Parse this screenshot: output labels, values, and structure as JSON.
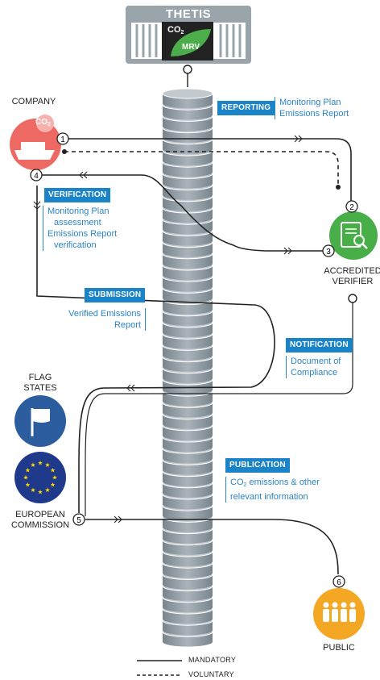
{
  "thetis": {
    "title": "THETIS",
    "badge_main": "CO",
    "badge_sub": "2",
    "badge_mrv": "MRV"
  },
  "actors": {
    "company": {
      "label": "COMPANY",
      "icon_text": "CO",
      "icon_sub": "2",
      "color": "#ec6a63"
    },
    "verifier": {
      "line1": "ACCREDITED",
      "line2": "VERIFIER",
      "color": "#48ae47"
    },
    "flag_states": {
      "line1": "FLAG",
      "line2": "STATES",
      "color": "#2b5d9f"
    },
    "european_commission": {
      "line1": "EUROPEAN",
      "line2": "COMMISSION",
      "color": "#1f3a8b"
    },
    "public": {
      "label": "PUBLIC",
      "color": "#f3a722"
    }
  },
  "steps": {
    "reporting": {
      "tag": "REPORTING",
      "line1": "Monitoring Plan",
      "line2": "Emissions Report"
    },
    "verification": {
      "tag": "VERIFICATION",
      "line1": "Monitoring Plan",
      "line2": "assessment",
      "line3": "Emissions Report",
      "line4": "verification"
    },
    "submission": {
      "tag": "SUBMISSION",
      "line1": "Verified Emissions",
      "line2": "Report"
    },
    "notification": {
      "tag": "NOTIFICATION",
      "line1": "Document of",
      "line2": "Compliance"
    },
    "publication": {
      "tag": "PUBLICATION",
      "line1_pre": "CO",
      "line1_sub": "2",
      "line1_post": " emissions & other",
      "line2": "relevant information"
    }
  },
  "numbers": [
    "1",
    "2",
    "3",
    "4",
    "5",
    "6"
  ],
  "legend": {
    "mandatory": "MANDATORY",
    "voluntary": "VOLUNTARY"
  },
  "colors": {
    "accent": "#1b84c9",
    "column": "#8f9aa2",
    "line": "#222222"
  }
}
